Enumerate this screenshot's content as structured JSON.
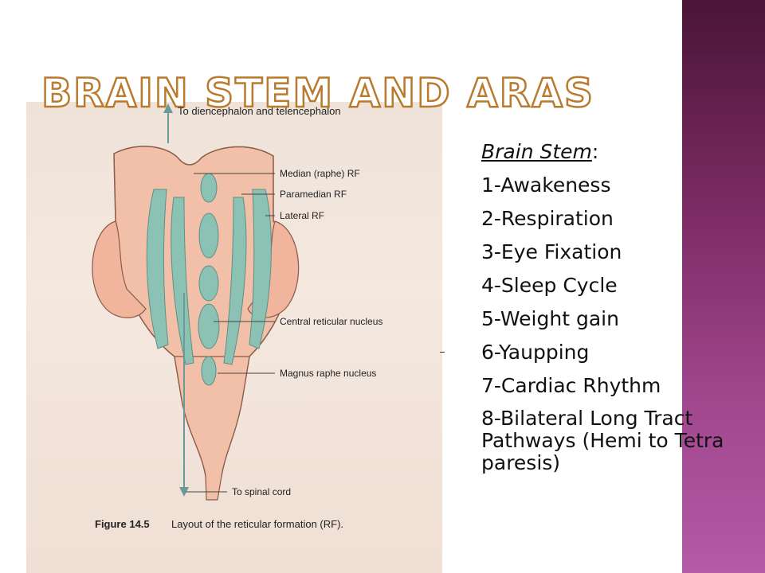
{
  "slide": {
    "title": "Brain Stem and ARAS",
    "accent_color": "#7a2a62",
    "title_outline_color": "#b97a2e"
  },
  "figure": {
    "top_caption": "To diencephalon and telencephalon",
    "labels": {
      "median": "Median (raphe) RF",
      "paramedian": "Paramedian RF",
      "lateral": "Lateral RF",
      "central": "Central reticular nucleus",
      "magnus": "Magnus raphe nucleus",
      "spinal": "To spinal cord"
    },
    "caption_number": "Figure 14.5",
    "caption_text": "Layout of the reticular formation (RF)."
  },
  "content": {
    "heading": "Brain Stem",
    "heading_suffix": ":",
    "items": [
      "1-Awakeness",
      "2-Respiration",
      "3-Eye Fixation",
      "4-Sleep Cycle",
      "5-Weight gain",
      "6-Yaupping",
      "7-Cardiac Rhythm",
      "8-Bilateral Long Tract Pathways (Hemi to Tetra paresis)"
    ]
  }
}
